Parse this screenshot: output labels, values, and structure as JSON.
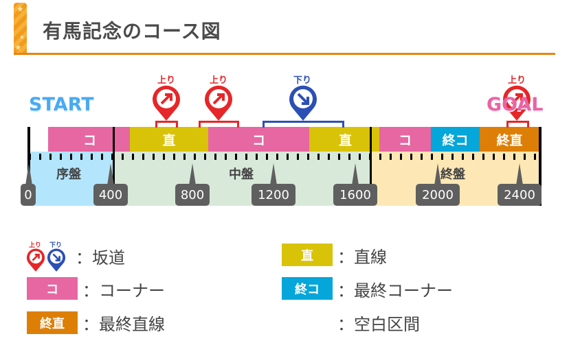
{
  "header": {
    "title": "有馬記念のコース図"
  },
  "course": {
    "start_label": "START",
    "goal_label": "GOAL",
    "segments": [
      {
        "label": "コ",
        "type": "corner"
      },
      {
        "label": "直",
        "type": "straight"
      },
      {
        "label": "コ",
        "type": "corner"
      },
      {
        "label": "直",
        "type": "straight"
      },
      {
        "label": "コ",
        "type": "corner"
      },
      {
        "label": "終コ",
        "type": "final-corner"
      },
      {
        "label": "終直",
        "type": "final-straight"
      }
    ],
    "zones": [
      "序盤",
      "中盤",
      "終盤"
    ],
    "distance_marks": [
      "0",
      "400",
      "800",
      "1200",
      "1600",
      "2000",
      "2400"
    ],
    "slopes": [
      {
        "label": "上り",
        "dir": "up"
      },
      {
        "label": "上り",
        "dir": "up"
      },
      {
        "label": "下り",
        "dir": "down"
      },
      {
        "label": "上り",
        "dir": "up"
      }
    ]
  },
  "legend": {
    "slope_up": "上り",
    "slope_down": "下り",
    "slope": "：坂道",
    "corner_box": "コ",
    "corner": "：コーナー",
    "final_straight_box": "終直",
    "final_straight": "：最終直線",
    "straight_box": "直",
    "straight": "：直線",
    "final_corner_box": "終コ",
    "final_corner": "：最終コーナー",
    "blank": "：空白区間"
  },
  "colors": {
    "corner": "#e667a2",
    "straight": "#d9c308",
    "final_corner": "#05a6d9",
    "final_straight": "#dd7f07",
    "up": "#e62628",
    "down": "#2c4fb5",
    "early": "#b3e6fd",
    "mid": "#d8e8d9",
    "late": "#fde8b5"
  }
}
